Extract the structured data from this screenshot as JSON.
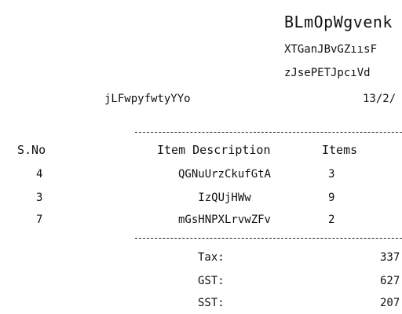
{
  "header": {
    "store_name": "BLmOpWgvenk",
    "line1": "XTGanJBvGZıısF",
    "line2": "zJsePETJpcıVd"
  },
  "customer_name": "jLFwpyfwtyYYo",
  "date": "13/2/",
  "table": {
    "headers": [
      "S.No",
      "Item Description",
      "Items"
    ],
    "rows": [
      {
        "sno": "4",
        "description": "QGNuUrzCkufGtA",
        "qty": "3"
      },
      {
        "sno": "3",
        "description": "IzQUjHWw",
        "qty": "9"
      },
      {
        "sno": "7",
        "description": "mGsHNPXLrvwZFv",
        "qty": "2"
      }
    ]
  },
  "totals": [
    {
      "label": "Tax:",
      "value": "337"
    },
    {
      "label": "GST:",
      "value": "627"
    },
    {
      "label": "SST:",
      "value": "207"
    }
  ]
}
